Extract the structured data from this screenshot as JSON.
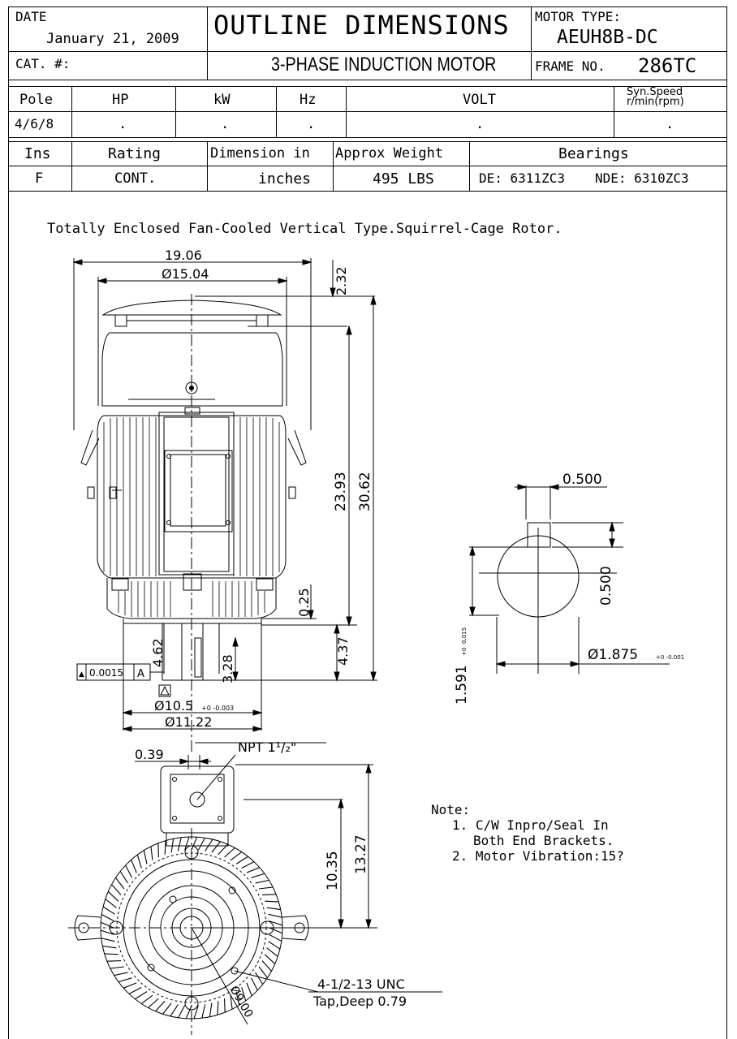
{
  "header": {
    "date_label": "DATE",
    "date_value": "January 21, 2009",
    "cat_label": "CAT. #:",
    "title": "OUTLINE DIMENSIONS",
    "subtitle": "3-PHASE INDUCTION MOTOR",
    "motor_type_label": "MOTOR TYPE:",
    "motor_type_value": "AEUH8B-DC",
    "frame_label": "FRAME NO.",
    "frame_value": "286TC"
  },
  "specs1": {
    "headers": [
      "Pole",
      "HP",
      "kW",
      "Hz",
      "VOLT",
      "Syn.Speed r/min(rpm)"
    ],
    "values": [
      "4/6/8",
      ".",
      ".",
      ".",
      ".",
      "."
    ]
  },
  "specs2": {
    "headers": [
      "Ins",
      "Rating",
      "Dimension in",
      "Approx Weight",
      "Bearings"
    ],
    "values": [
      "F",
      "CONT.",
      "inches",
      "495 LBS"
    ],
    "bearing_de": "DE: 6311ZC3",
    "bearing_nde": "NDE: 6310ZC3"
  },
  "description": "Totally Enclosed Fan-Cooled Vertical Type.Squirrel-Cage Rotor.",
  "dimensions": {
    "overall_width": "19.06",
    "fan_cover_dia": "Ø15.04",
    "top_offset": "2.32",
    "body_height": "23.93",
    "overall_height": "30.62",
    "flange_thickness": "0.25",
    "shaft_length": "4.37",
    "face_to_shaft": "4.62",
    "shaft_exposed": "3.28",
    "tolerance_box": "0.0015",
    "datum": "A",
    "pilot_dia": "Ø10.5",
    "pilot_tol": "+0 -0.003",
    "flange_dia": "Ø11.22",
    "key_width": "0.500",
    "key_depth": "0.500",
    "shaft_dia": "Ø1.875",
    "shaft_tol": "+0 -0.001",
    "key_height": "1.591",
    "key_height_tol": "+0 -0.015",
    "conduit_offset": "0.39",
    "conduit_thread": "NPT 1¹/₂\"",
    "box_height_a": "10.35",
    "box_height_b": "13.27",
    "bolt_circle": "Ø9.00",
    "tap_spec_1": "4-1/2-13 UNC",
    "tap_spec_2": "Tap,Deep 0.79"
  },
  "notes": {
    "title": "Note:",
    "lines": [
      "1. C/W Inpro/Seal In",
      "Both End Brackets.",
      "2. Motor Vibration:15?"
    ]
  }
}
